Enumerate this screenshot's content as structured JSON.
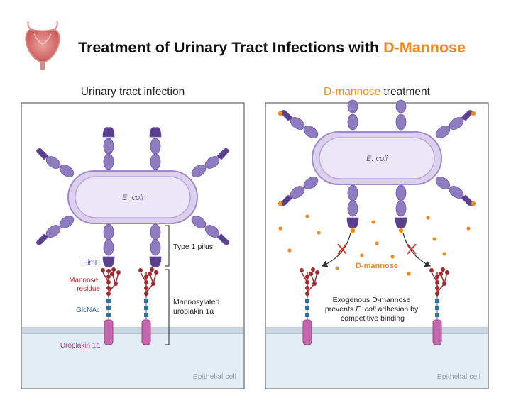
{
  "title": {
    "prefix": "Treatment of Urinary Tract Infections with ",
    "highlight": "D-Mannose"
  },
  "left_panel": {
    "heading": "Urinary tract infection",
    "bacterium": "E. coli",
    "labels": {
      "fimh": "FimH",
      "mannose_line1": "Mannose",
      "mannose_line2": "residue",
      "glcnac": "GlcNAc",
      "uroplakin": "Uroplakin 1a",
      "type1_pilus": "Type 1 pilus",
      "mannosylated_line1": "Mannosylated",
      "mannosylated_line2": "uroplakin 1a",
      "epithelial": "Epithelial cell"
    }
  },
  "right_panel": {
    "heading_highlight": "D-mannose",
    "heading_rest": " treatment",
    "bacterium": "E. coli",
    "labels": {
      "dmannose": "D-mannose",
      "note_line1": "Exogenous D-mannose",
      "note_line2_pre": "prevents ",
      "note_line2_em": "E. coli",
      "note_line2_post": " adhesion by",
      "note_line3": "competitive binding",
      "epithelial": "Epithelial cell"
    }
  },
  "colors": {
    "accent_orange": "#F08A1C",
    "pilus_purple": "#8F7BC0",
    "fimh_dark": "#5C3E8E",
    "bacterium_fill": "#EDE6F6",
    "mannose_red": "#A3282E",
    "glcnac_blue": "#2E6FA3",
    "uroplakin_pink": "#C468AE",
    "membrane": "#B9C6D2",
    "cell_fill": "#E3EDF5",
    "blocked_x": "#E0342B"
  },
  "icons": {
    "bladder": "bladder-icon"
  }
}
